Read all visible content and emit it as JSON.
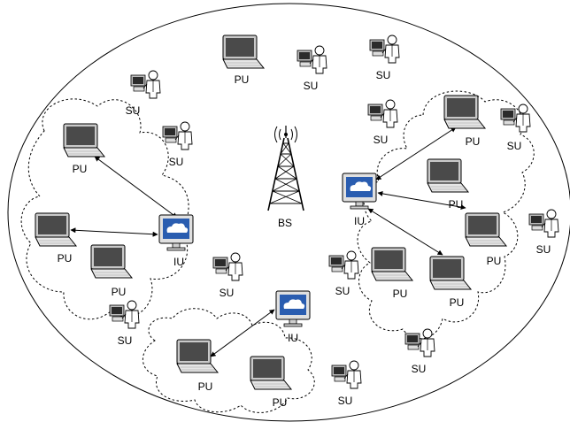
{
  "labels": {
    "pu": "PU",
    "su": "SU",
    "iu": "IU",
    "bs": "BS"
  }
}
